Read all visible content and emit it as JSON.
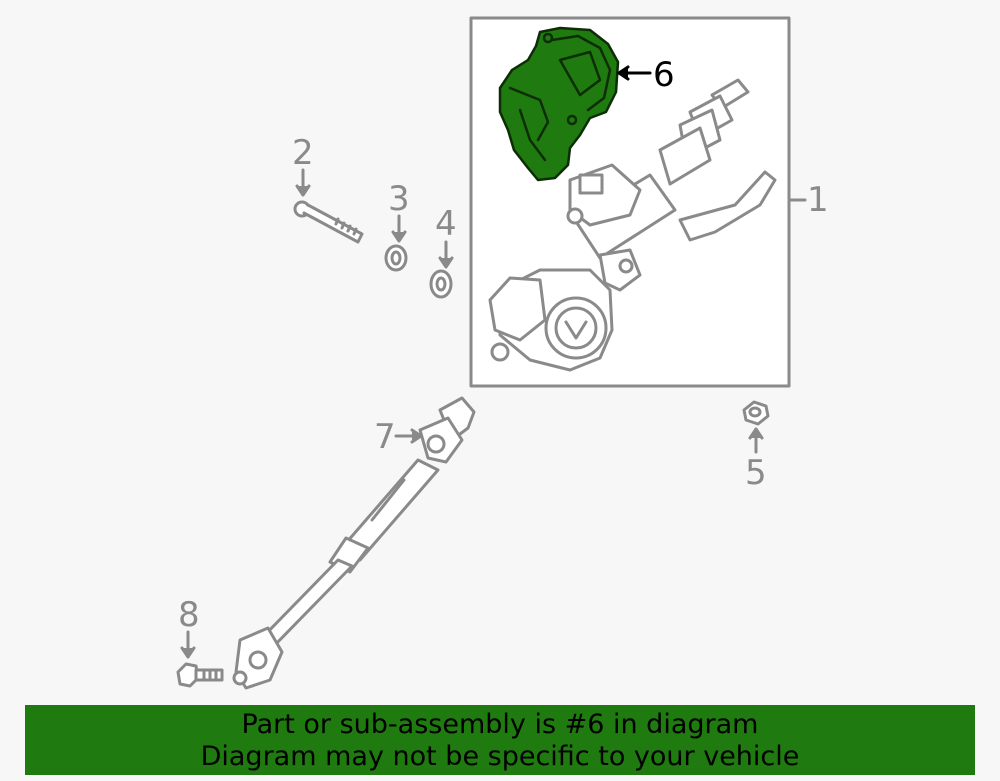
{
  "callouts": {
    "c1": "1",
    "c2": "2",
    "c3": "3",
    "c4": "4",
    "c5": "5",
    "c6": "6",
    "c7": "7",
    "c8": "8"
  },
  "highlight_color": "#1f7a0f",
  "banner": {
    "line1": "Part or sub-assembly is #6 in diagram",
    "line2": "Diagram may not be specific to your vehicle"
  }
}
